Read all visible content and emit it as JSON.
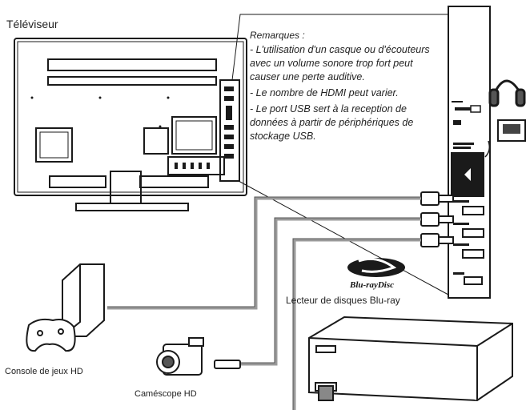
{
  "tv_label": "Téléviseur",
  "notes": {
    "heading": "Remarques :",
    "items": [
      "- L'utilisation d'un casque ou d'écouteurs avec un volume sonore trop fort peut causer une perte auditive.",
      "- Le nombre de HDMI peut varier.",
      "- Le port USB sert à la reception de données à partir de périphériques de stockage USB."
    ]
  },
  "devices": {
    "bluray": "Lecteur de disques Blu-ray",
    "bluray_logo": "Blu-rayDisc",
    "console": "Console de jeux HD",
    "camcorder": "Caméscope HD"
  },
  "colors": {
    "line": "#1a1a1a",
    "cable": "#9a9a9a",
    "panel": "#111111"
  }
}
